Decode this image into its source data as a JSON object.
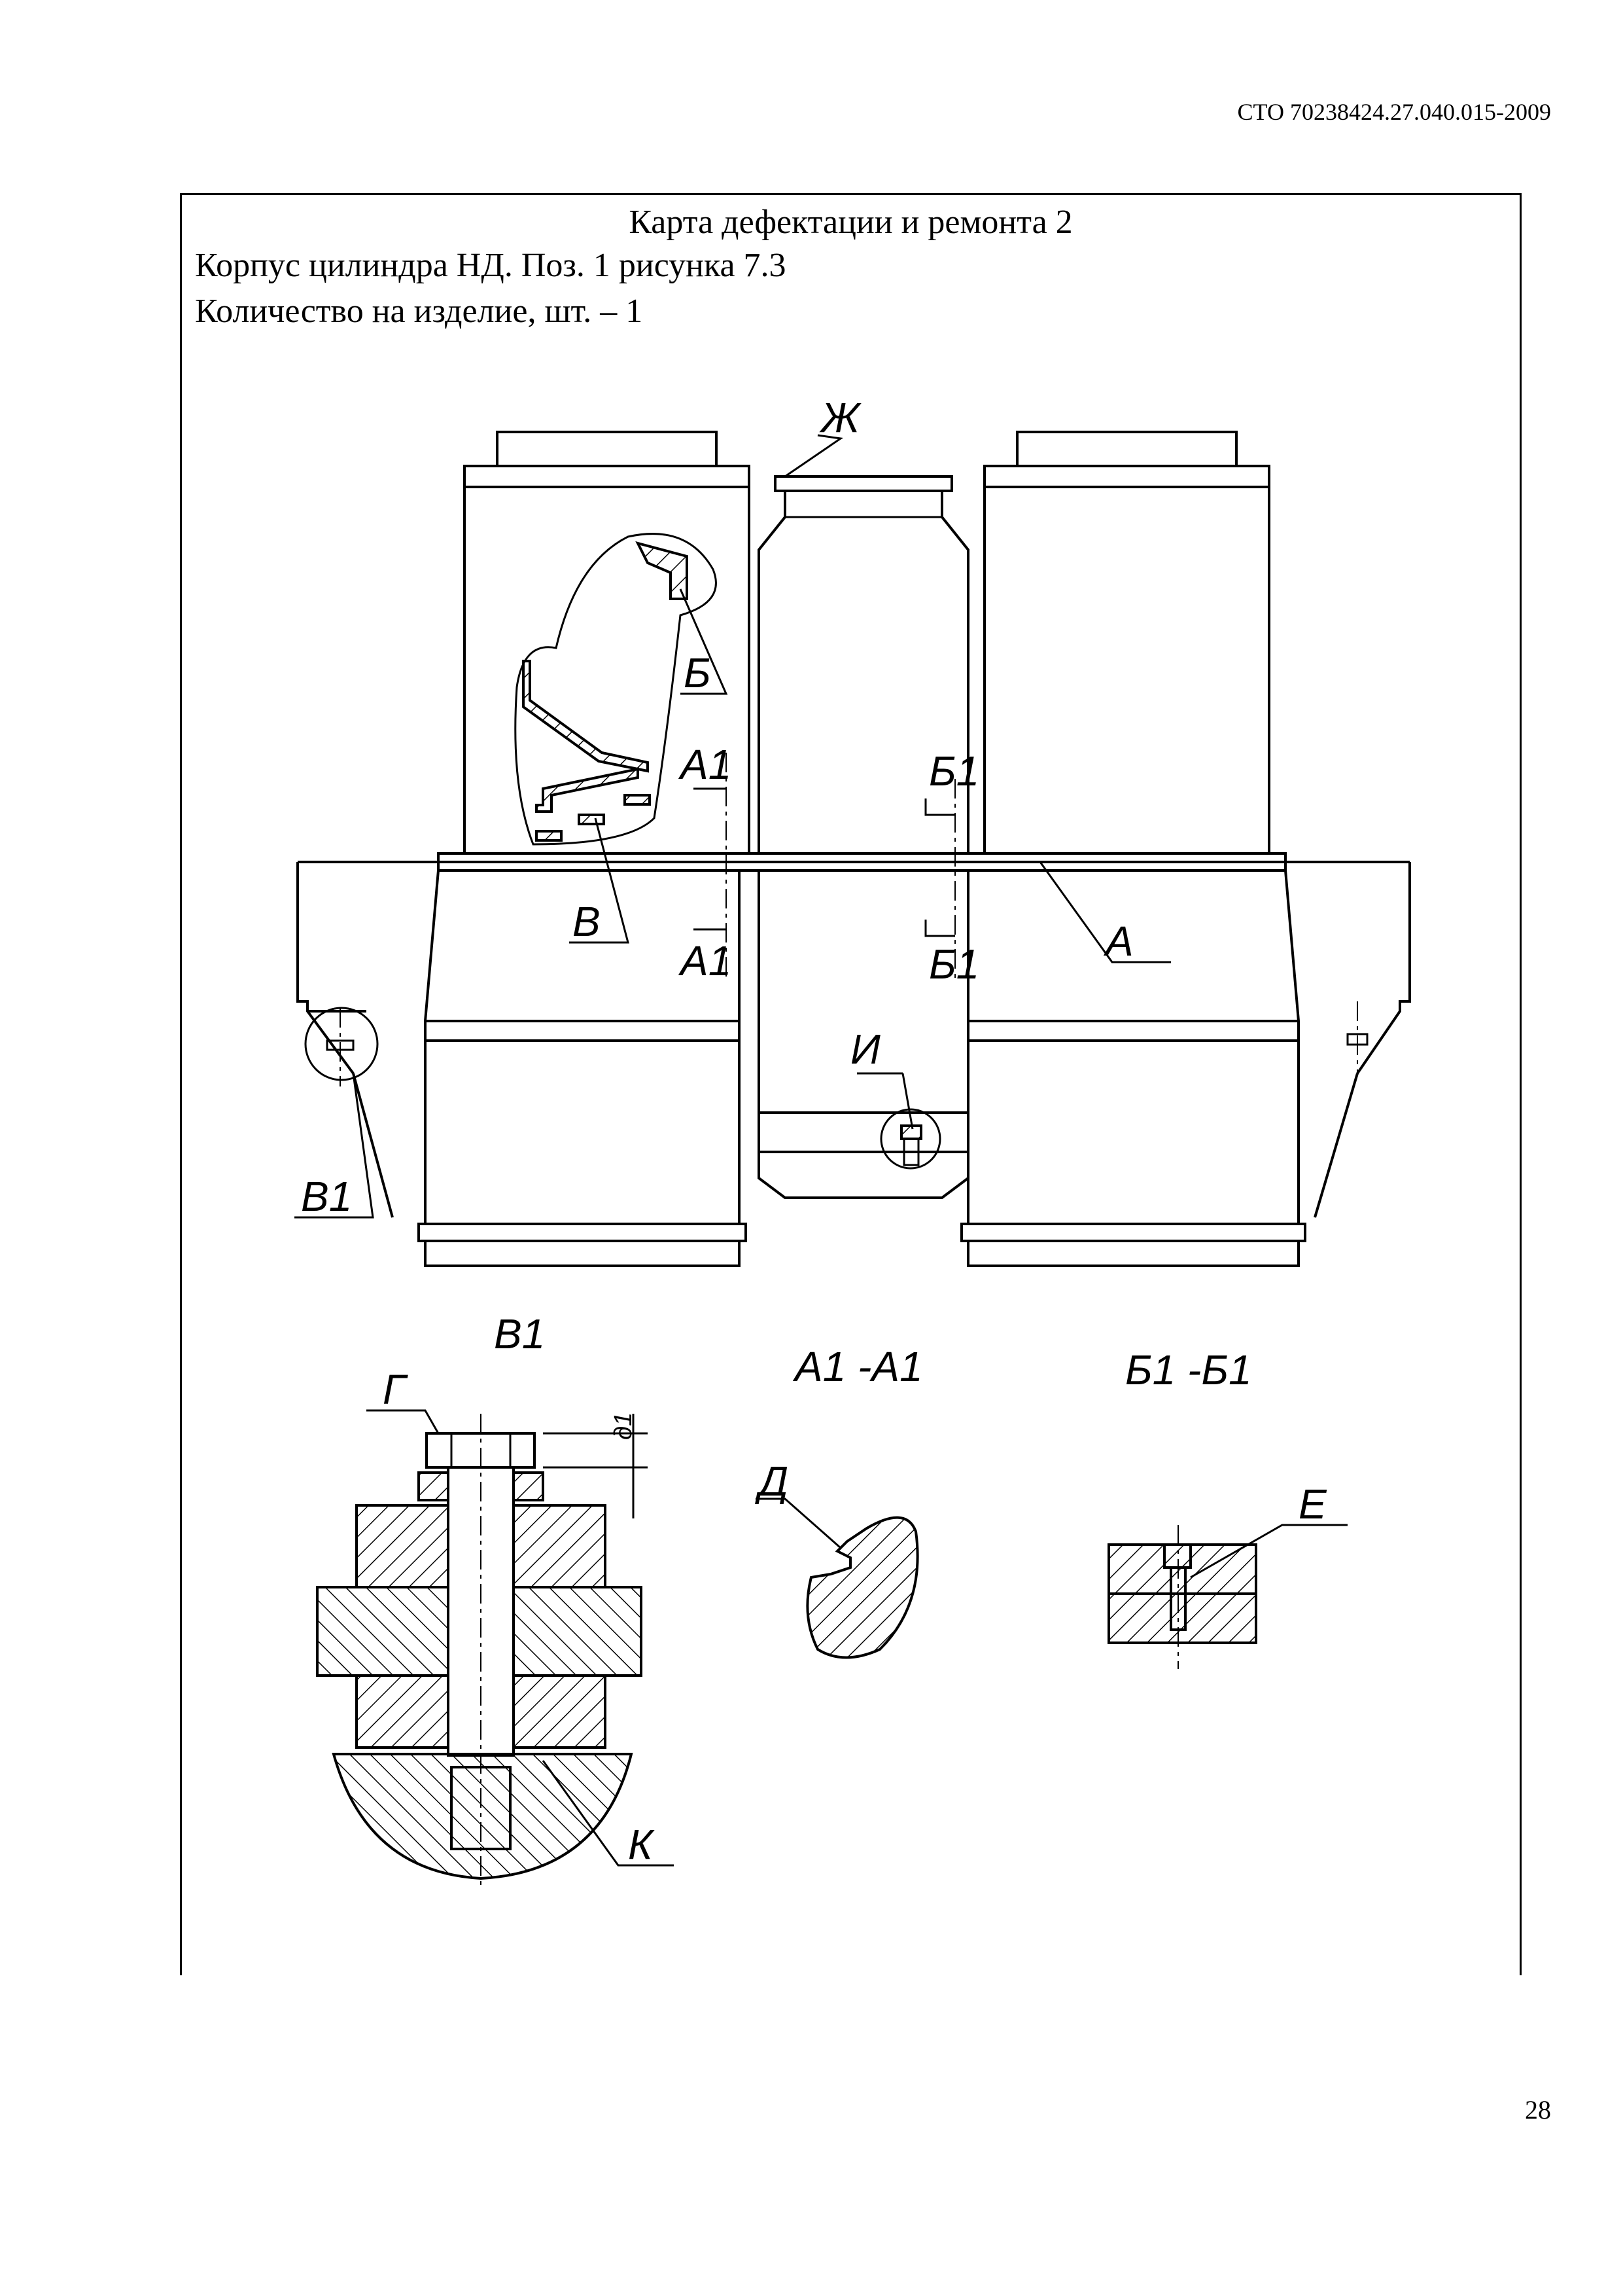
{
  "header": {
    "doc_code": "СТО 70238424.27.040.015-2009"
  },
  "card": {
    "title": "Карта дефектации и ремонта 2",
    "line1": "Корпус цилиндра НД. Поз. 1 рисунка 7.3",
    "line2": "Количество на изделие, шт. – 1"
  },
  "labels": {
    "zh": "Ж",
    "b": "Б",
    "a1_top": "А1",
    "b1_top": "Б1",
    "v": "В",
    "a1_bottom": "А1",
    "b1_bottom": "Б1",
    "a": "А",
    "i": "И",
    "v1": "В1",
    "view_v1": "В1",
    "section_a1": "А1 -А1",
    "section_b1": "Б1 -Б1",
    "g": "Г",
    "d1": "д1",
    "d": "Д",
    "e": "Е",
    "k": "К"
  },
  "footer": {
    "page_number": "28"
  }
}
